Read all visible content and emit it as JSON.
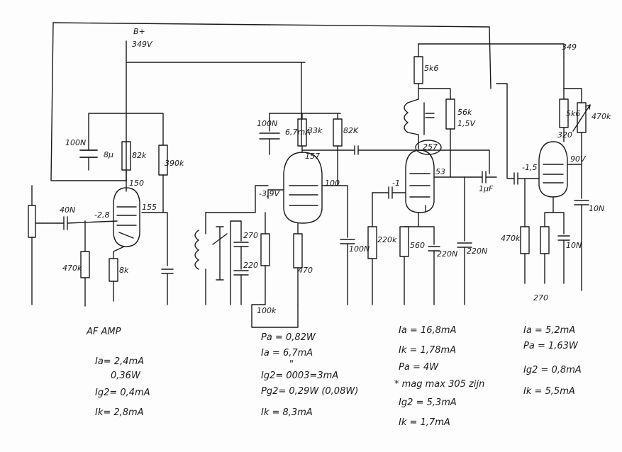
{
  "supply": {
    "bplus_label": "B+",
    "bplus_voltage": "349V",
    "right_voltage": "349"
  },
  "stage1": {
    "cap_bypass": "100N",
    "cap_bypass_extra": "8µ",
    "r_anode": "82k",
    "r_screen": "390k",
    "v_anode": "150",
    "v_screen": "155",
    "v_grid": "-2,8",
    "cap_coupling": "40N",
    "r_grid": "470k",
    "r_cathode": "8k",
    "title": "AF AMP",
    "ia": "Ia= 2,4mA",
    "pa": "0,36W",
    "ig2": "Ig2= 0,4mA",
    "ik": "Ik= 2,8mA"
  },
  "stage2": {
    "cap_bypass": "100N",
    "current_note": "6,7mA",
    "r_anode": "33k",
    "r_screen": "82K",
    "v_anode_label": "157",
    "v_grid": "-3,9V",
    "v_screen": "100",
    "cap_screen": "100N",
    "tank_c1": "270",
    "tank_c2": "220",
    "r_grid": "100k",
    "r_cathode": "470",
    "pa": "Pa = 0,82W",
    "ia": "Ia = 6,7mA",
    "ditto": "\"",
    "ig2": "Ig2= 0003=3mA",
    "pg2": "Pg2= 0,29W (0,08W)",
    "ik": "Ik = 8,3mA"
  },
  "stage3": {
    "r_anode": "5k6",
    "r_screen": "56k",
    "v_screen": "1,5V",
    "v_anode": "257",
    "v_grid": "-1",
    "v_cathode": "53",
    "r_grid": "220k",
    "r_cathode": "560",
    "cap_cathode": "220N",
    "cap_screen": "220N",
    "cap_out": "1µF",
    "ia": "Ia = 16,8mA",
    "ik": "Ik = 1,78mA",
    "pa": "Pa = 4W",
    "note": "* mag max 305 zijn",
    "ig2": "Ig2 = 5,3mA",
    "ik2": "Ik = 1,7mA"
  },
  "stage4": {
    "r_anode": "5k6",
    "r_pot": "470k",
    "v_anode": "320",
    "v_grid": "-1,5",
    "v_screen": "90V",
    "cap_screen": "10N",
    "r_grid": "470k",
    "r_cathode": "270",
    "cap_cathode": "10N",
    "ia": "Ia = 5,2mA",
    "pa": "Pa = 1,63W",
    "ig2": "Ig2 = 0,8mA",
    "ik": "Ik = 5,5mA"
  }
}
